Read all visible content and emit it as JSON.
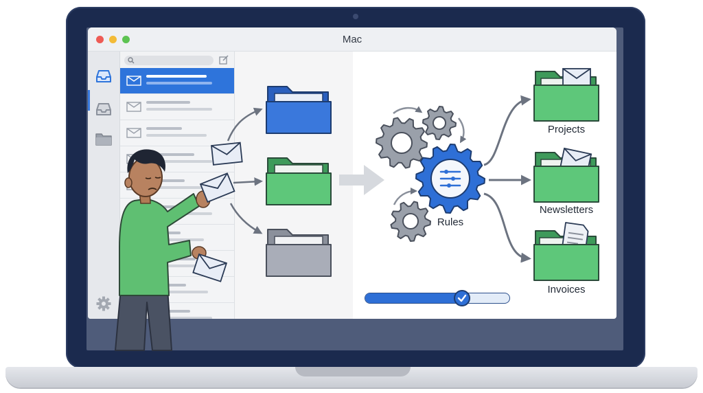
{
  "window": {
    "title": "Mac"
  },
  "sidebar": {
    "icons": [
      "inbox-tray-icon",
      "archive-tray-icon",
      "folder-icon",
      "gear-icon"
    ]
  },
  "mail_list": {
    "rows": [
      {
        "selected": true
      },
      {
        "selected": false
      },
      {
        "selected": false
      },
      {
        "selected": false
      },
      {
        "selected": false
      },
      {
        "selected": false
      },
      {
        "selected": false
      },
      {
        "selected": false
      },
      {
        "selected": false
      },
      {
        "selected": false
      }
    ]
  },
  "sorting": {
    "folder_colors": [
      "#3a78dc",
      "#5ec77a",
      "#a9adb8"
    ]
  },
  "rules": {
    "label": "Rules"
  },
  "destinations": [
    {
      "label": "Projects",
      "content": "envelope"
    },
    {
      "label": "Newsletters",
      "content": "envelope"
    },
    {
      "label": "Invoices",
      "content": "document"
    }
  ],
  "progress": {
    "value": 0.67
  },
  "colors": {
    "accent": "#2e74db",
    "folder_green": "#5ec77a",
    "laptop_bezel": "#1b2a4e",
    "shirt": "#5fbf72"
  }
}
